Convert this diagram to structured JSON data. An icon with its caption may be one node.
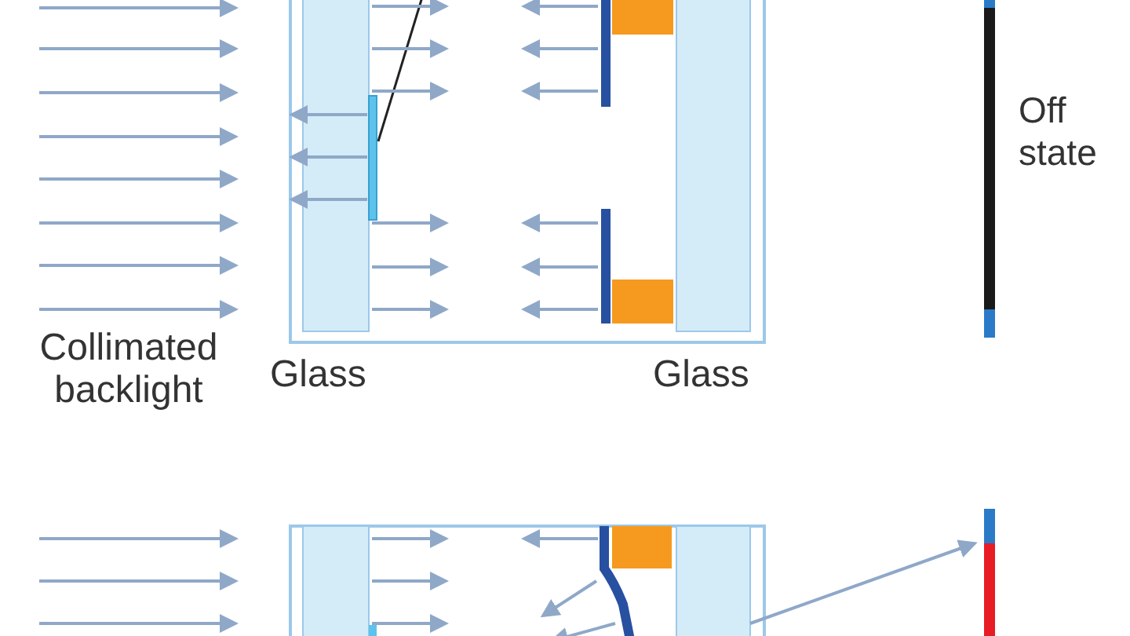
{
  "diagram": {
    "labels": [
      "Off state",
      "Collimated backlight",
      "Glass",
      "Glass"
    ]
  }
}
